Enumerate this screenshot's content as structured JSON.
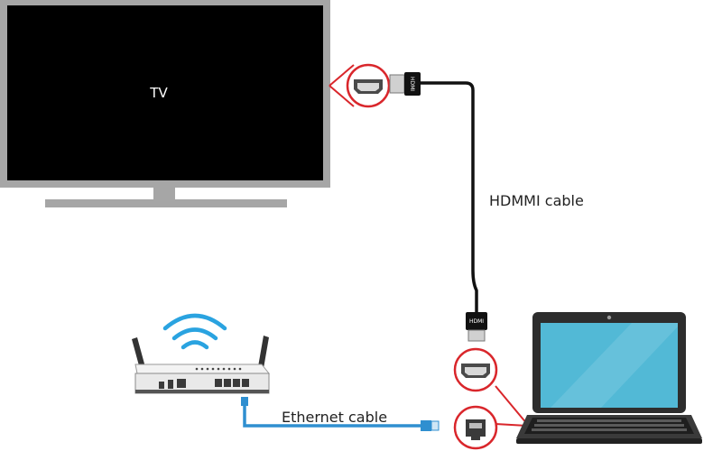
{
  "labels": {
    "tv": "TV",
    "hdmi_cable": "HDMMI cable",
    "ethernet_cable": "Ethernet cable",
    "plug_text": "HDMI"
  },
  "colors": {
    "tv_frame": "#a6a6a6",
    "tv_screen": "#000000",
    "tv_stand": "#a6a6a6",
    "callout": "#d9262b",
    "hdmi_cable": "#111111",
    "ethernet_cable": "#2f8fd0",
    "wifi_waves": "#2aa3e0",
    "laptop_body": "#2d2d2d",
    "laptop_screen": "#52b9d6",
    "router_body": "#e9e9e9"
  }
}
